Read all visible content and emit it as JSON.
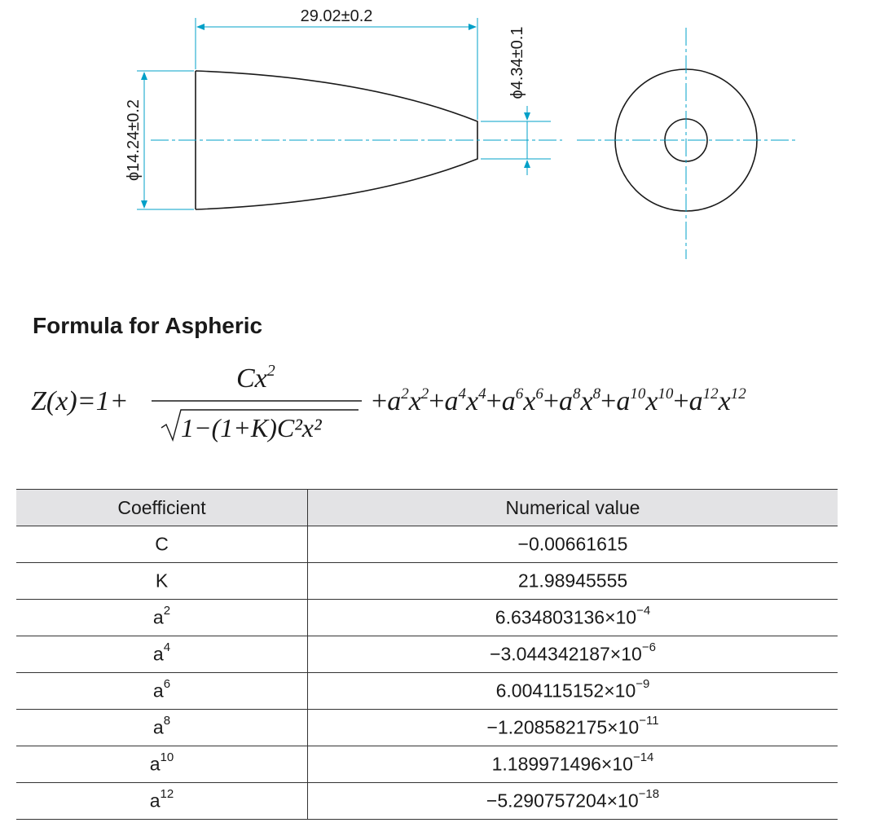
{
  "drawing": {
    "dim_length": "29.02±0.2",
    "dim_outer_diameter": "ϕ14.24±0.2",
    "dim_inner_diameter": "ϕ4.34±0.1",
    "line_color": "#1a1a1a",
    "centerline_color": "#00a0c8"
  },
  "formula": {
    "title": "Formula for Aspheric",
    "lhs": "Z(x)=1+",
    "numerator_base": "Cx",
    "numerator_exp": "2",
    "denominator": "1−(1+K)C²x²",
    "series": [
      {
        "coef": "a",
        "cexp": "2",
        "var": "x",
        "vexp": "2"
      },
      {
        "coef": "a",
        "cexp": "4",
        "var": "x",
        "vexp": "4"
      },
      {
        "coef": "a",
        "cexp": "6",
        "var": "x",
        "vexp": "6"
      },
      {
        "coef": "a",
        "cexp": "8",
        "var": "x",
        "vexp": "8"
      },
      {
        "coef": "a",
        "cexp": "10",
        "var": "x",
        "vexp": "10"
      },
      {
        "coef": "a",
        "cexp": "12",
        "var": "x",
        "vexp": "12"
      }
    ]
  },
  "table": {
    "headers": [
      "Coefficient",
      "Numerical value"
    ],
    "rows": [
      {
        "coef": "C",
        "coef_sup": "",
        "value": "−0.00661615",
        "value_sup": ""
      },
      {
        "coef": "K",
        "coef_sup": "",
        "value": "21.98945555",
        "value_sup": ""
      },
      {
        "coef": "a",
        "coef_sup": "2",
        "value": "6.634803136×10",
        "value_sup": "−4"
      },
      {
        "coef": "a",
        "coef_sup": "4",
        "value": "−3.044342187×10",
        "value_sup": "−6"
      },
      {
        "coef": "a",
        "coef_sup": "6",
        "value": "6.004115152×10",
        "value_sup": "−9"
      },
      {
        "coef": "a",
        "coef_sup": "8",
        "value": "−1.208582175×10",
        "value_sup": "−11"
      },
      {
        "coef": "a",
        "coef_sup": "10",
        "value": "1.189971496×10",
        "value_sup": "−14"
      },
      {
        "coef": "a",
        "coef_sup": "12",
        "value": "−5.290757204×10",
        "value_sup": "−18"
      }
    ]
  }
}
